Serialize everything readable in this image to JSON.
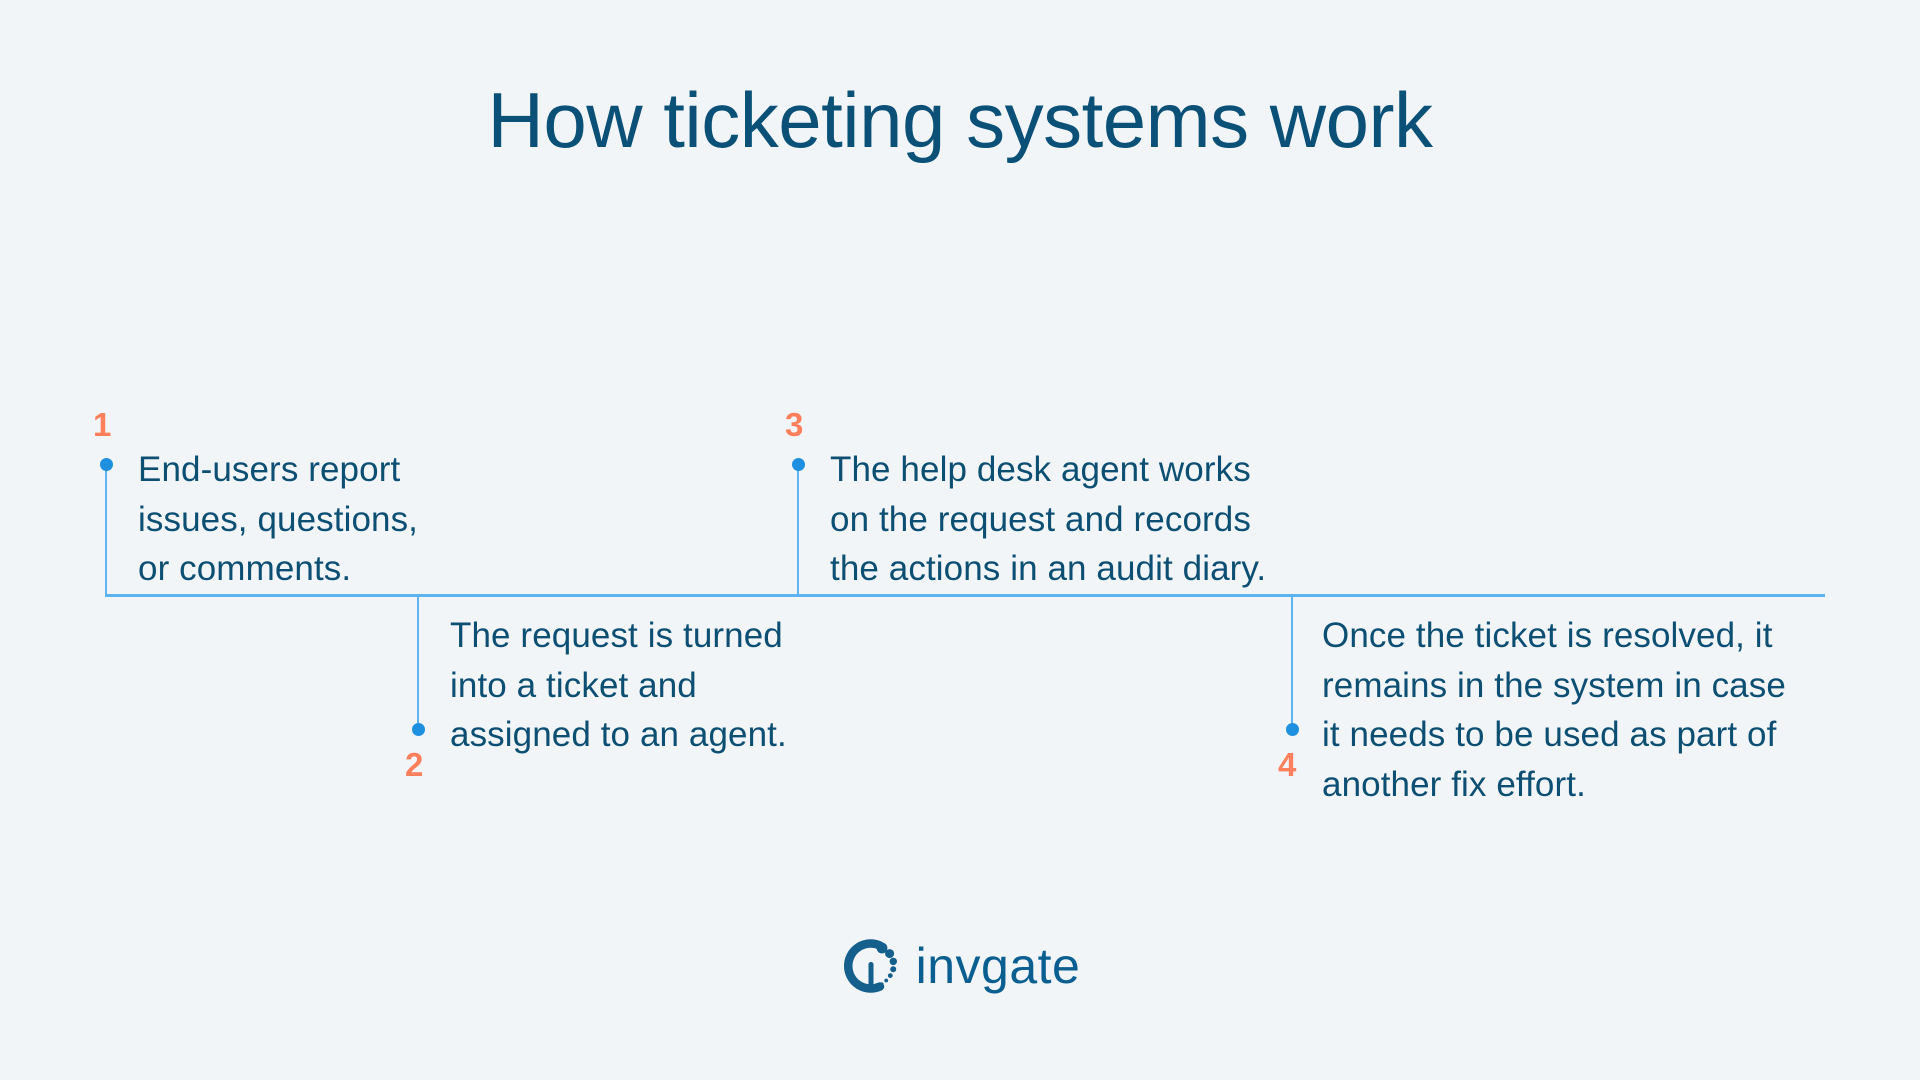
{
  "page": {
    "title": "How ticketing systems work",
    "background_color": "#f1f5f8"
  },
  "theme": {
    "title_color": "#0a5077",
    "body_text_color": "#0d4f73",
    "number_color": "#fd7f5c",
    "line_color": "#5cb3ef",
    "dot_color": "#1e90df",
    "brand_color": "#0a5f90"
  },
  "timeline": {
    "steps": [
      {
        "number": "1",
        "position": "above",
        "text": "End-users report\nissues, questions,\nor comments."
      },
      {
        "number": "2",
        "position": "below",
        "text": "The request is turned\ninto a ticket and\nassigned to an agent."
      },
      {
        "number": "3",
        "position": "above",
        "text": "The help desk agent works\non the request and records\nthe actions in an audit diary."
      },
      {
        "number": "4",
        "position": "below",
        "text": "Once the ticket is resolved, it\nremains in the system in case\nit needs to be used as part of\nanother fix effort."
      }
    ]
  },
  "footer": {
    "brand_name": "invgate",
    "brand_mark_icon": "invgate-circle-dots-icon"
  }
}
